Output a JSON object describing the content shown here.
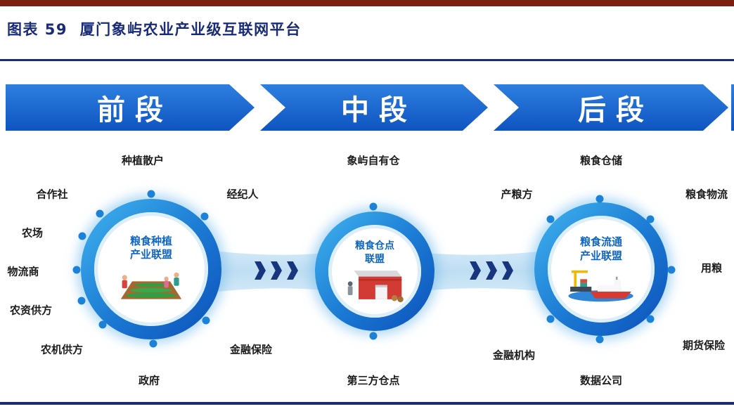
{
  "header": {
    "title": "图表 59  厦门象屿农业产业级互联网平台"
  },
  "stages": [
    {
      "label": "前段"
    },
    {
      "label": "中段"
    },
    {
      "label": "后段"
    }
  ],
  "circles": [
    {
      "title_line1": "粮食种植",
      "title_line2": "产业联盟",
      "icon": "farm-field-illustration",
      "nodes": [
        {
          "label": "种植散户"
        },
        {
          "label": "经纪人"
        },
        {
          "label": "金融保险"
        },
        {
          "label": "政府"
        },
        {
          "label": "农机供方"
        },
        {
          "label": "农资供方"
        },
        {
          "label": "物流商"
        },
        {
          "label": "农场"
        },
        {
          "label": "合作社"
        }
      ]
    },
    {
      "title_line1": "粮食仓点",
      "title_line2": "联盟",
      "icon": "warehouse-illustration",
      "nodes": [
        {
          "label": "象屿自有仓"
        },
        {
          "label": "第三方仓点"
        }
      ]
    },
    {
      "title_line1": "粮食流通",
      "title_line2": "产业联盟",
      "icon": "port-ship-illustration",
      "nodes": [
        {
          "label": "粮食仓储"
        },
        {
          "label": "粮食物流"
        },
        {
          "label": "用粮"
        },
        {
          "label": "期货保险"
        },
        {
          "label": "数据公司"
        },
        {
          "label": "金融机构"
        },
        {
          "label": "产粮方"
        }
      ]
    }
  ],
  "colors": {
    "top_bar": "#7c1e12",
    "navy_rule": "#1a2c78",
    "banner_blue": "#1160cc",
    "ring_blue": "#1a78d2",
    "band_light_blue": "#c9e6f8",
    "chevron_navy": "#17367e",
    "node_dot_blue": "#1b82d8",
    "circle_title_blue": "#1166c0"
  }
}
